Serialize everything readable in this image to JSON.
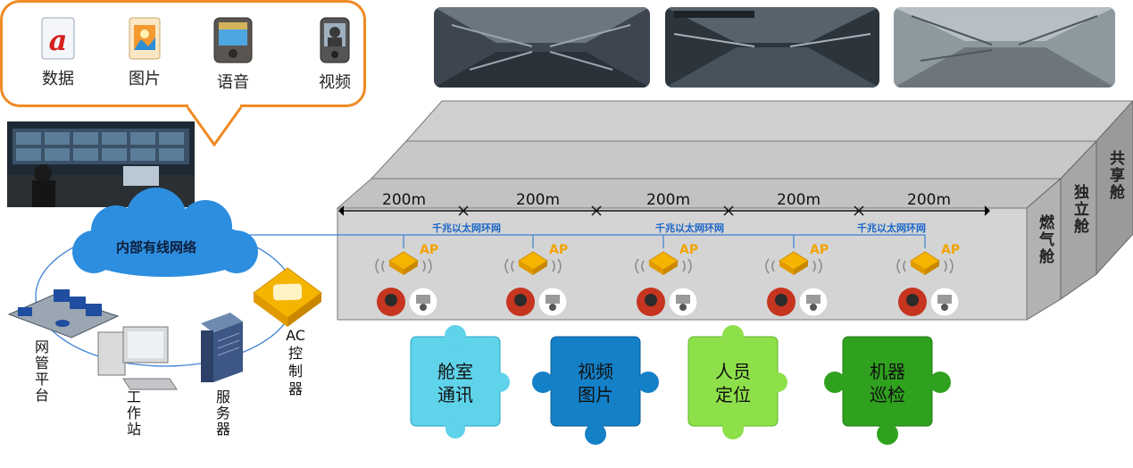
{
  "media": [
    {
      "label": "数据",
      "icon": "data-file-icon"
    },
    {
      "label": "图片",
      "icon": "image-file-icon"
    },
    {
      "label": "语音",
      "icon": "phone-audio-icon"
    },
    {
      "label": "视频",
      "icon": "video-phone-icon"
    }
  ],
  "network": {
    "cloud_label": "内部有线网络",
    "ring_label": "千兆以太网环网",
    "ap_label": "AP",
    "segment_length": "200m",
    "segments": [
      "200m",
      "200m",
      "200m",
      "200m",
      "200m"
    ]
  },
  "devices": {
    "nms": "网管平台",
    "workstation": "工作站",
    "server": "服务器",
    "ac": "AC控制器"
  },
  "cabins": {
    "gas": "燃气舱",
    "independent": "独立舱",
    "shared": "共享舱"
  },
  "puzzle": [
    {
      "line1": "舱室",
      "line2": "通讯",
      "color": "#5fd3ea"
    },
    {
      "line1": "视频",
      "line2": "图片",
      "color": "#1380c8"
    },
    {
      "line1": "人员",
      "line2": "定位",
      "color": "#8ee04a"
    },
    {
      "line1": "机器",
      "line2": "巡检",
      "color": "#2fa11e"
    }
  ],
  "colors": {
    "bubble_border": "#f08a24",
    "ring_line": "#3b7fd4",
    "ap": "#f5b400",
    "box_front": "#d4d4d4",
    "box_top": "#c7c7c7",
    "box_side": "#9a9a9a"
  },
  "ap_count": 5
}
